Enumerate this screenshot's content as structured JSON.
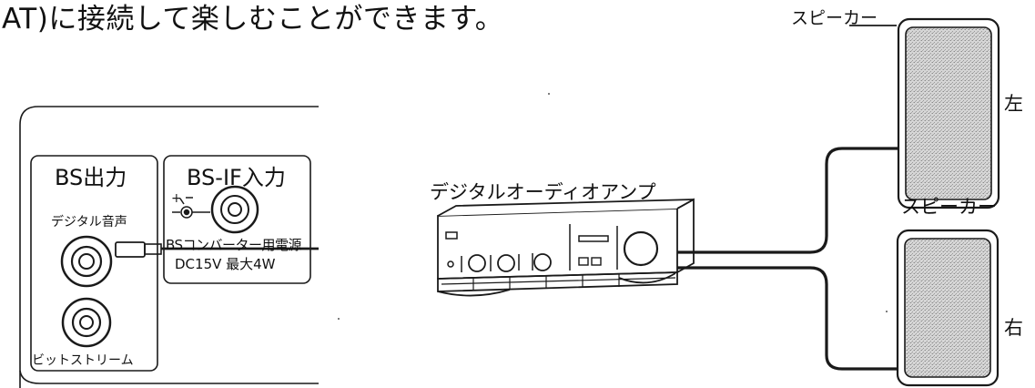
{
  "header": {
    "text": "AT)に接続して楽しむことができます。"
  },
  "tuner_panel": {
    "bs_output_title": "BS出力",
    "bsif_input_title": "BS-IF入力",
    "digital_audio_label": "デジタル音声",
    "bitstream_label": "ビットストリーム",
    "power_label": "BSコンバーター用電源",
    "power_spec": "DC15V 最大4W"
  },
  "amplifier": {
    "label": "デジタルオーディオアンプ"
  },
  "speakers": {
    "top_label": "スピーカー",
    "bottom_label": "スピーカー",
    "left_side": "左",
    "right_side": "右"
  },
  "colors": {
    "line": "#1a1a1a",
    "speaker_fill": "#d0d0d0",
    "background": "#ffffff"
  }
}
